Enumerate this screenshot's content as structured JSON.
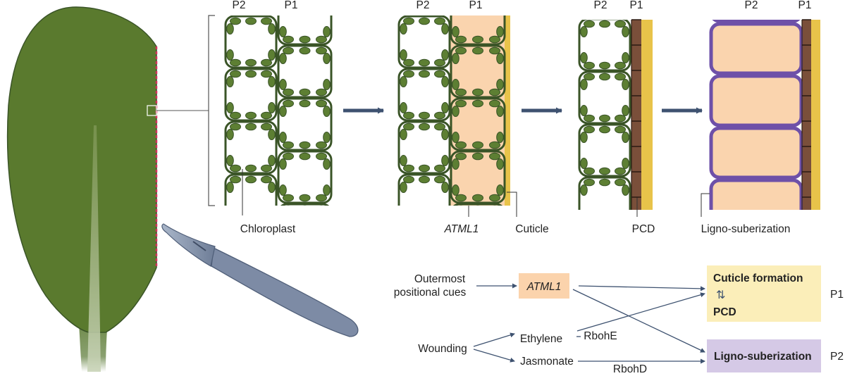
{
  "panels": {
    "panel1": {
      "p2": "P2",
      "p1": "P1",
      "callout": "Chloroplast"
    },
    "panel2": {
      "p2": "P2",
      "p1": "P1",
      "callout_gene": "ATML1",
      "callout_cuticle": "Cuticle"
    },
    "panel3": {
      "p2": "P2",
      "p1": "P1",
      "callout": "PCD"
    },
    "panel4": {
      "p2": "P2",
      "p1": "P1",
      "callout": "Ligno-suberization"
    }
  },
  "pathway": {
    "outermost_line1": "Outermost",
    "outermost_line2": "positional cues",
    "gene": "ATML1",
    "wounding": "Wounding",
    "ethylene": "Ethylene",
    "jasmonate": "Jasmonate",
    "rbohE": "RbohE",
    "rbohD": "RbohD",
    "cuticle_formation": "Cuticle formation",
    "pcd": "PCD",
    "ligno": "Ligno-suberization",
    "layer_p1": "P1",
    "layer_p2": "P2"
  },
  "colors": {
    "leaf": "#5a7a2e",
    "cell_wall": "#3a5427",
    "chloroplast": "#5d7f33",
    "cytoplasm_peach": "#fad4ae",
    "cuticle_yellow": "#e8c34a",
    "pcd_brown": "#7a4f3a",
    "suberin_purple": "#6e50a8",
    "arrow_navy": "#3e5270",
    "box_peach": "#fbd3ac",
    "box_yellow": "#fbeeb9",
    "box_lavender": "#d5c9e6",
    "scalpel": "#7d8ba5",
    "wound_red": "#d1335a"
  }
}
